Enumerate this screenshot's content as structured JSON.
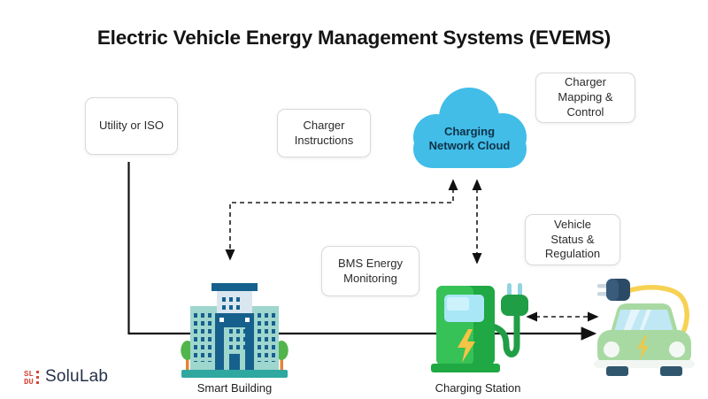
{
  "title": "Electric Vehicle Energy Management Systems (EVEMS)",
  "boxes": {
    "utility": {
      "label": "Utility or ISO"
    },
    "charger_instructions": {
      "label": "Charger Instructions"
    },
    "charger_mapping": {
      "label": "Charger Mapping & Control"
    },
    "vehicle_status": {
      "label": "Vehicle Status & Regulation"
    },
    "bms": {
      "label": "BMS Energy Monitoring"
    }
  },
  "cloud": {
    "label": "Charging Network Cloud",
    "color": "#41BDE8"
  },
  "nodes": {
    "smart_building": {
      "label": "Smart Building"
    },
    "charging_station": {
      "label": "Charging Station"
    }
  },
  "logo": {
    "text": "SoluLab",
    "mark_top": "SL",
    "mark_bottom": "DU",
    "mark_color": "#D8453A",
    "text_color": "#263249"
  },
  "colors": {
    "cloud_blue": "#41BDE8",
    "building_teal": "#9FD6CE",
    "building_dark_blue": "#16608D",
    "building_base_teal": "#2FA8A0",
    "station_green": "#36C257",
    "station_dark_green": "#1FA843",
    "station_screen_blue": "#A9E7F7",
    "bolt_yellow": "#F6C445",
    "car_green": "#A9D9A2",
    "car_glass_blue": "#BFE7F4",
    "cable_yellow": "#F7D154",
    "wheel_navy": "#30566E",
    "line_black": "#111111"
  }
}
